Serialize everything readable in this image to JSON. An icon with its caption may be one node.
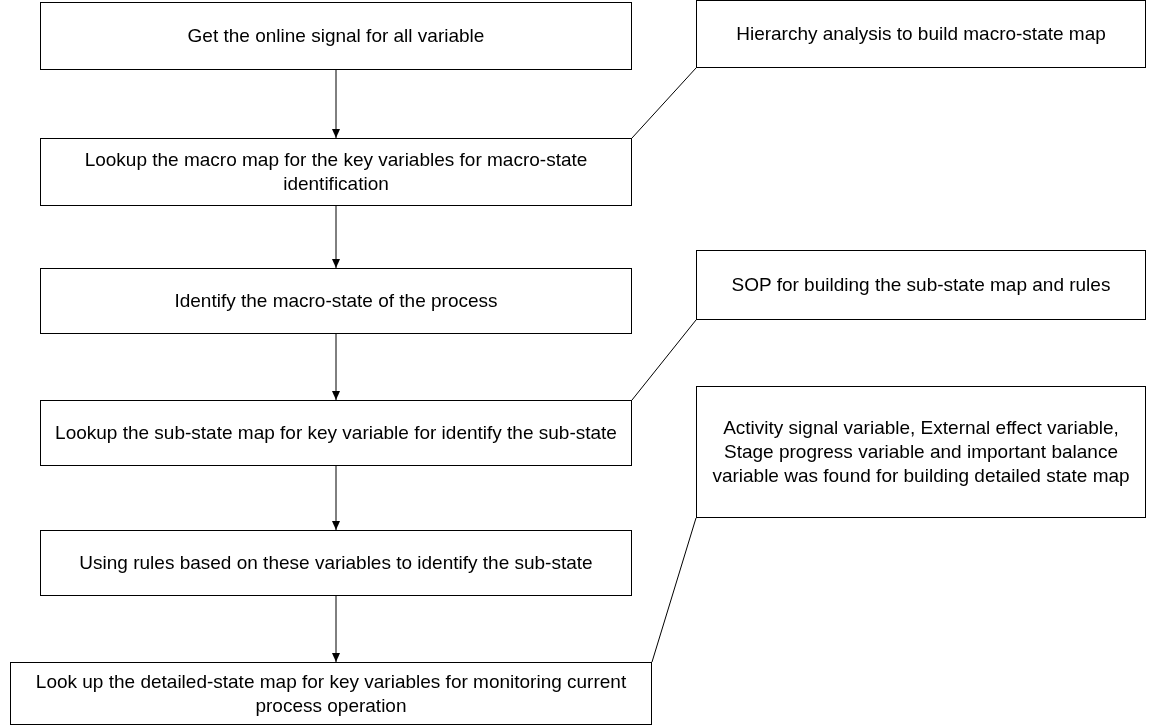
{
  "diagram": {
    "nodes": [
      {
        "text": [
          "Get the online signal for all variable"
        ]
      },
      {
        "text": [
          "Hierarchy analysis to build macro-state map"
        ]
      },
      {
        "text": [
          "Lookup the macro map for the key variables for macro-state identification"
        ]
      },
      {
        "text": [
          "Identify the macro-state of the process"
        ]
      },
      {
        "text": [
          "SOP for building the sub-state map and rules"
        ]
      },
      {
        "text": [
          "Lookup the sub-state map for key variable for identify the sub-state"
        ]
      },
      {
        "text": [
          "Using rules based on these variables to identify the sub-state"
        ]
      },
      {
        "text": [
          "Activity signal variable, External effect variable, Stage progress variable and important balance variable was found for building detailed state map"
        ]
      },
      {
        "text": [
          "Look up the detailed-state map for key variables for monitoring current process operation"
        ]
      }
    ],
    "edges": [
      {
        "from": 0,
        "to": 2,
        "arrow": "to"
      },
      {
        "from": 2,
        "to": 3,
        "arrow": "to"
      },
      {
        "from": 3,
        "to": 5,
        "arrow": "to"
      },
      {
        "from": 5,
        "to": 6,
        "arrow": "to"
      },
      {
        "from": 6,
        "to": 8,
        "arrow": "to"
      },
      {
        "from": 1,
        "to": 2,
        "arrow": "none"
      },
      {
        "from": 4,
        "to": 5,
        "arrow": "none"
      },
      {
        "from": 7,
        "to": 8,
        "arrow": "none"
      }
    ]
  }
}
